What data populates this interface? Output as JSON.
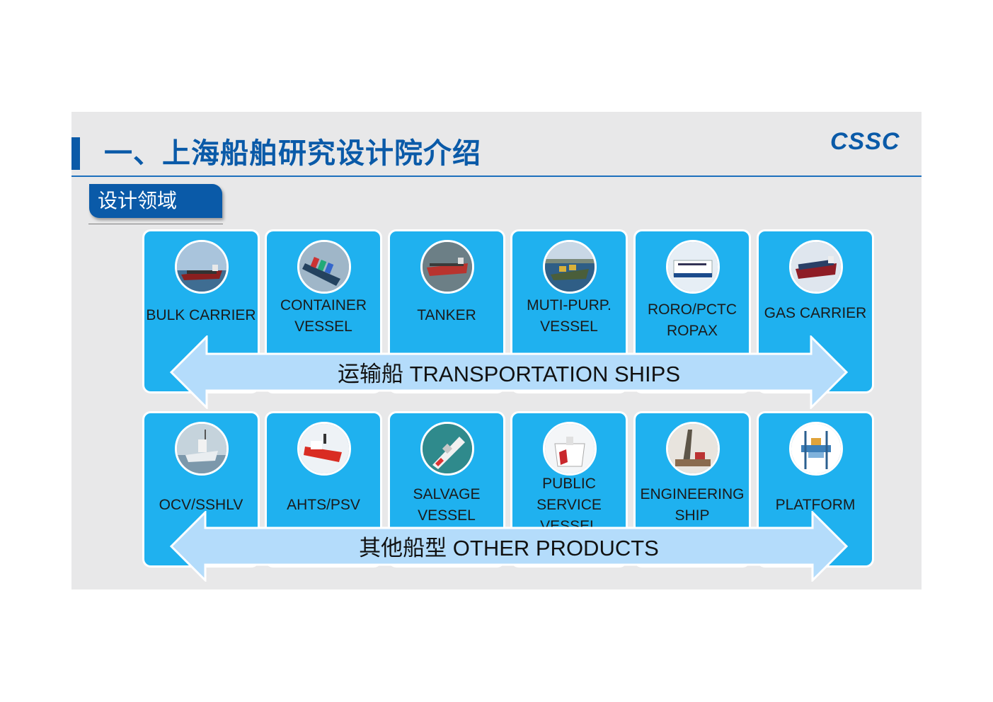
{
  "slide": {
    "title": "一、上海船舶研究设计院介绍",
    "logo_text": "CSSC",
    "section_label": "设计领域"
  },
  "transport": {
    "arrow_label": "运输船 TRANSPORTATION SHIPS",
    "cards": [
      {
        "lines": [
          "BULK CARRIER"
        ],
        "icon": "bulk-carrier-photo"
      },
      {
        "lines": [
          "CONTAINER",
          "VESSEL"
        ],
        "icon": "container-vessel-photo"
      },
      {
        "lines": [
          "TANKER"
        ],
        "icon": "tanker-photo"
      },
      {
        "lines": [
          "MUTI-PURP.",
          "VESSEL"
        ],
        "icon": "multi-purpose-vessel-photo"
      },
      {
        "lines": [
          "RORO/PCTC",
          "ROPAX"
        ],
        "icon": "roro-ropax-photo"
      },
      {
        "lines": [
          "GAS CARRIER"
        ],
        "icon": "gas-carrier-photo"
      }
    ]
  },
  "other": {
    "arrow_label": "其他船型 OTHER PRODUCTS",
    "cards": [
      {
        "lines": [
          "OCV/SSHLV"
        ],
        "icon": "ocv-photo"
      },
      {
        "lines": [
          "AHTS/PSV"
        ],
        "icon": "ahts-photo"
      },
      {
        "lines": [
          "SALVAGE",
          "VESSEL"
        ],
        "icon": "salvage-vessel-photo"
      },
      {
        "lines": [
          "PUBLIC",
          "SERVICE",
          "VESSEL"
        ],
        "icon": "public-service-vessel-photo"
      },
      {
        "lines": [
          "ENGINEERING",
          "SHIP"
        ],
        "icon": "engineering-ship-photo"
      },
      {
        "lines": [
          "PLATFORM"
        ],
        "icon": "platform-photo"
      }
    ]
  },
  "colors": {
    "brand_blue": "#0a5aa8",
    "card_blue": "#1fb1ef",
    "arrow_fill": "#b4dcfb"
  }
}
